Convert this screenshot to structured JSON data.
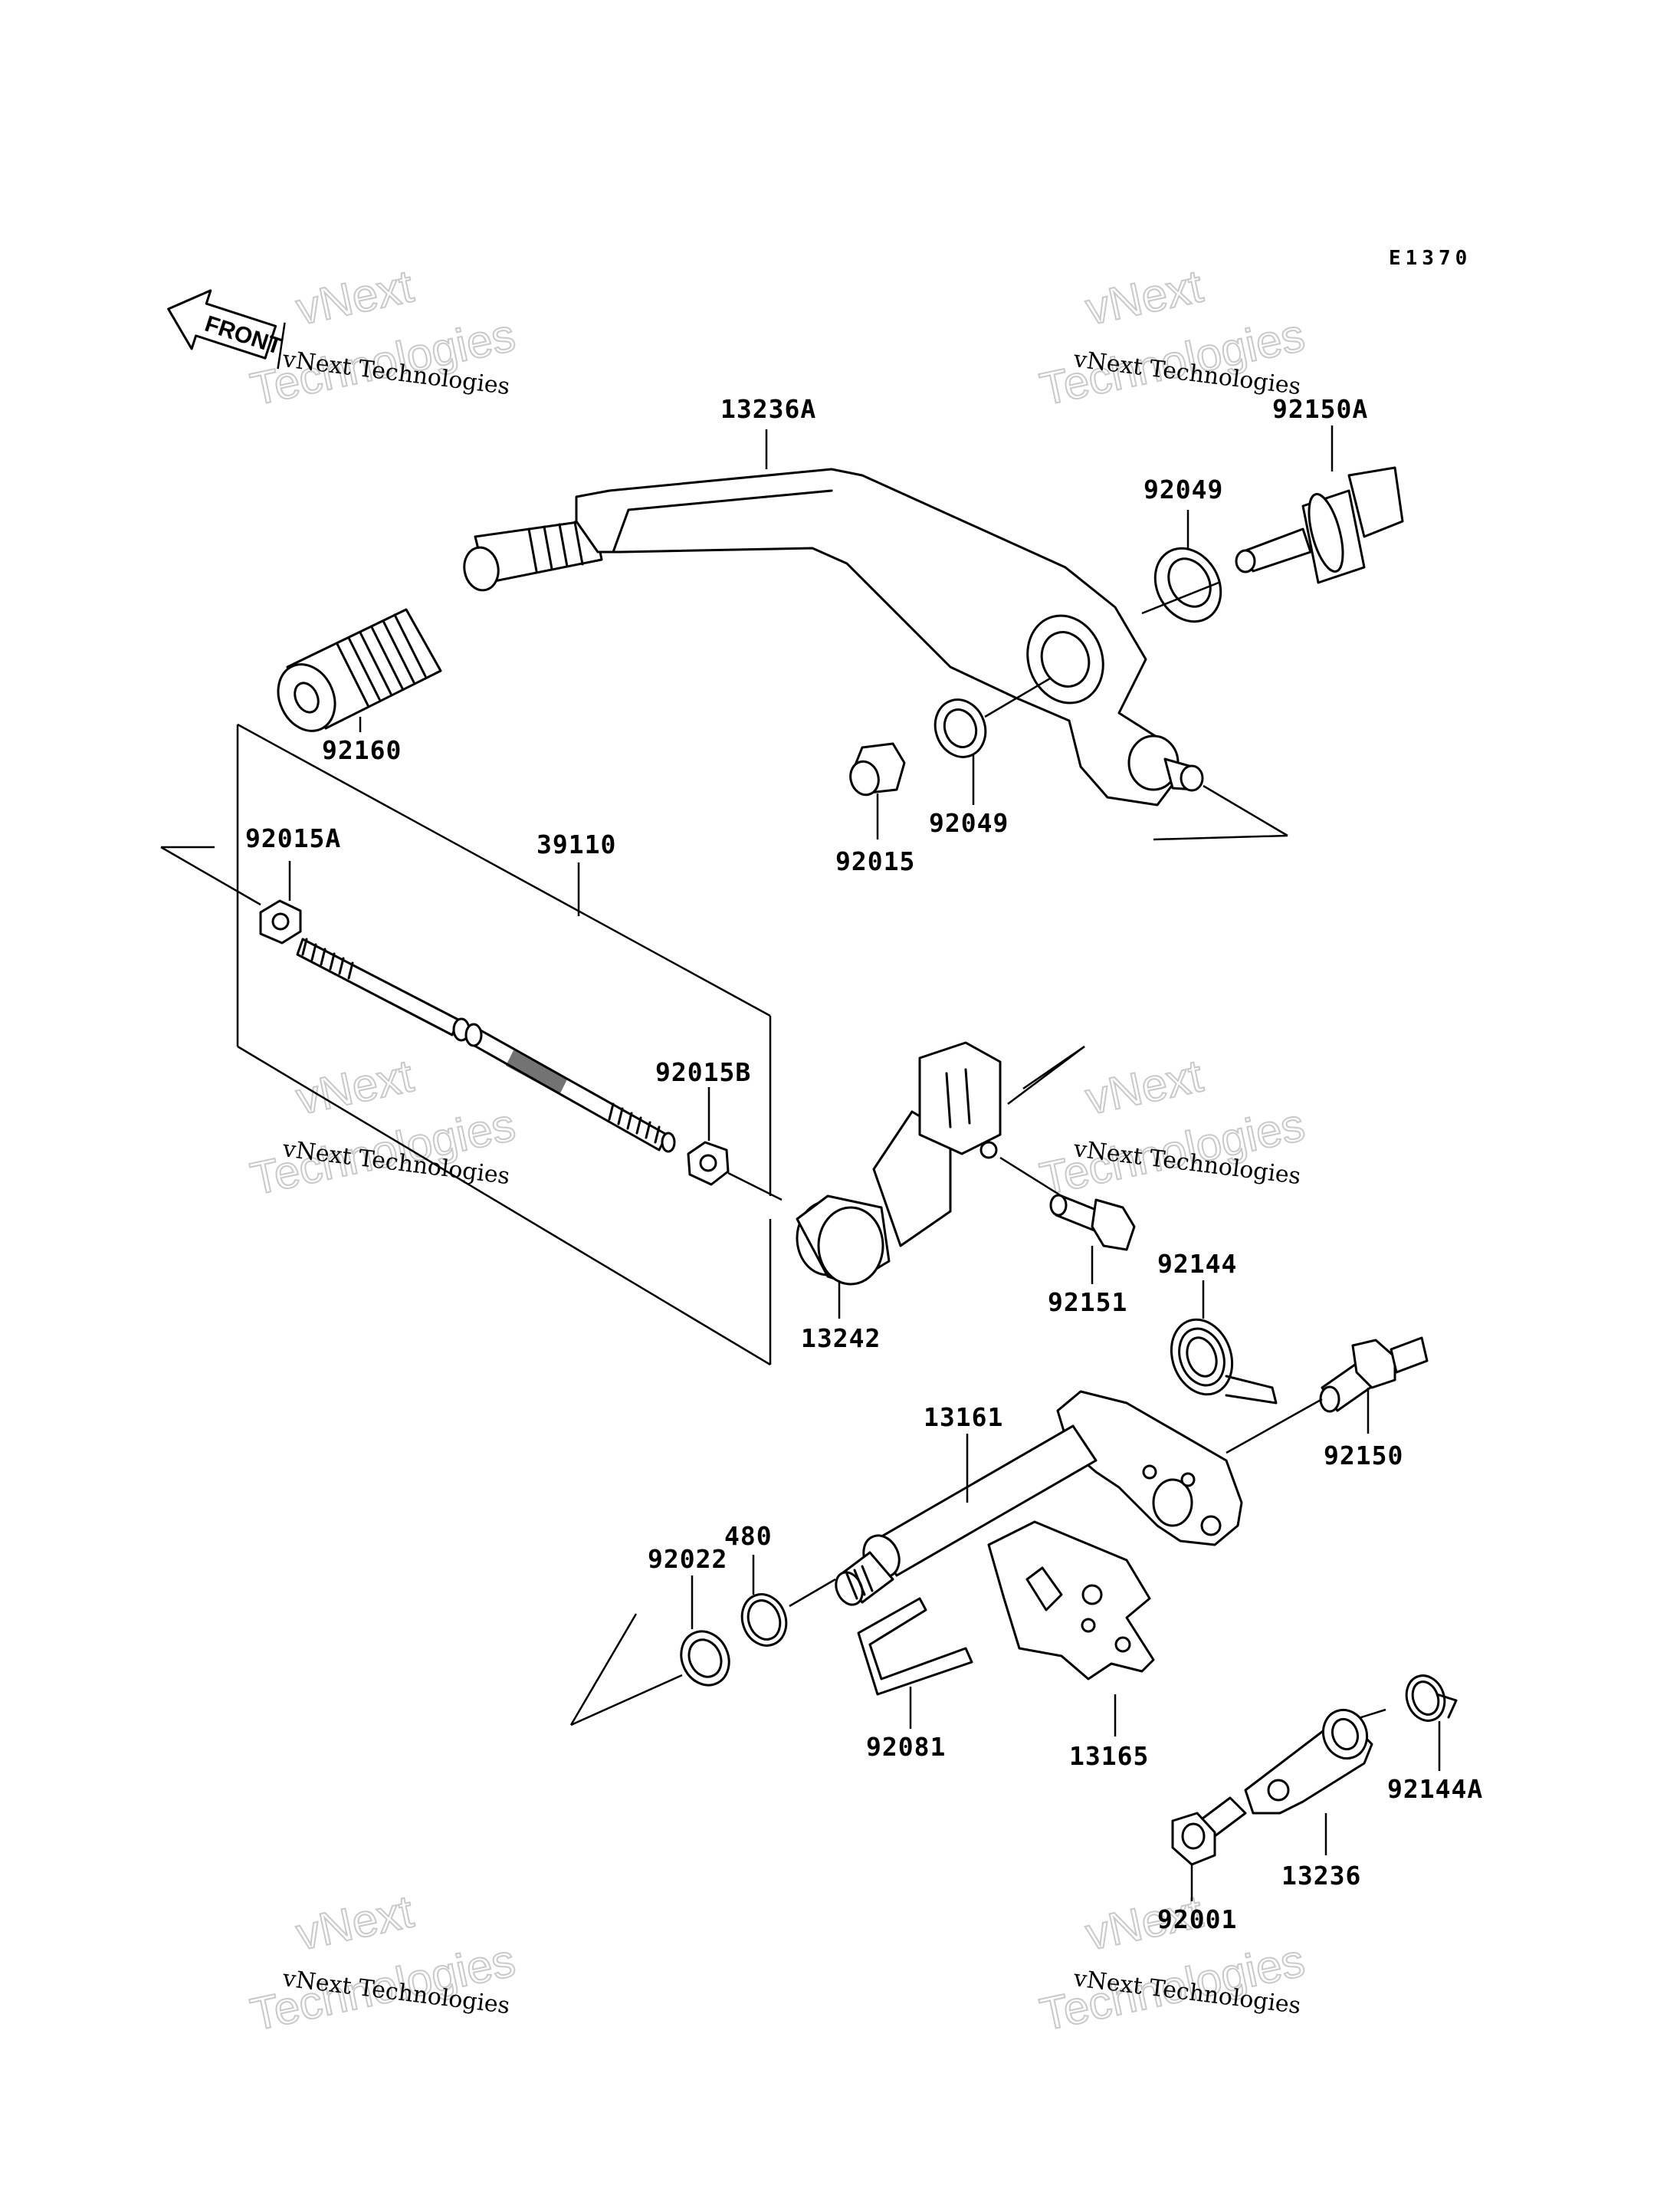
{
  "diagram": {
    "code": "E1370",
    "front_label": "FRONT",
    "watermark_small": "vNext Technologies",
    "watermark_big_1": "vNext",
    "watermark_big_2": "Technologies",
    "parts": {
      "p13236A": "13236A",
      "p92150A": "92150A",
      "p92049a": "92049",
      "p92049b": "92049",
      "p92160": "92160",
      "p92015": "92015",
      "p92015A": "92015A",
      "p39110": "39110",
      "p92015B": "92015B",
      "p13242": "13242",
      "p92151": "92151",
      "p92144": "92144",
      "p13161": "13161",
      "p92150": "92150",
      "p480": "480",
      "p92022": "92022",
      "p92081": "92081",
      "p13165": "13165",
      "p92144A": "92144A",
      "p13236": "13236",
      "p92001": "92001"
    }
  }
}
